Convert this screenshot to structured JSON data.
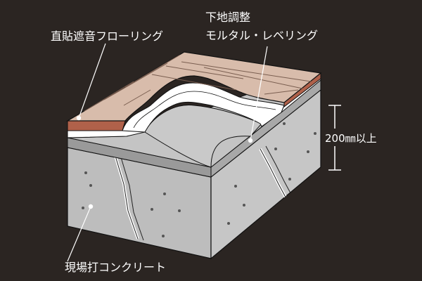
{
  "labels": {
    "flooring": "直貼遮音フローリング",
    "base_title": "下地調整",
    "base_sub": "モルタル・レベリング",
    "thickness": "200㎜以上",
    "concrete": "現場打コンクリート"
  },
  "colors": {
    "background": "#2b2522",
    "concrete_side": "#bdbdbd",
    "concrete_top": "#d6d6d6",
    "mortar": "#a3a3a3",
    "foam": "#ffffff",
    "wood_top": "#d8bcab",
    "wood_edge": "#b0614a",
    "label_text": "#ffffff"
  }
}
